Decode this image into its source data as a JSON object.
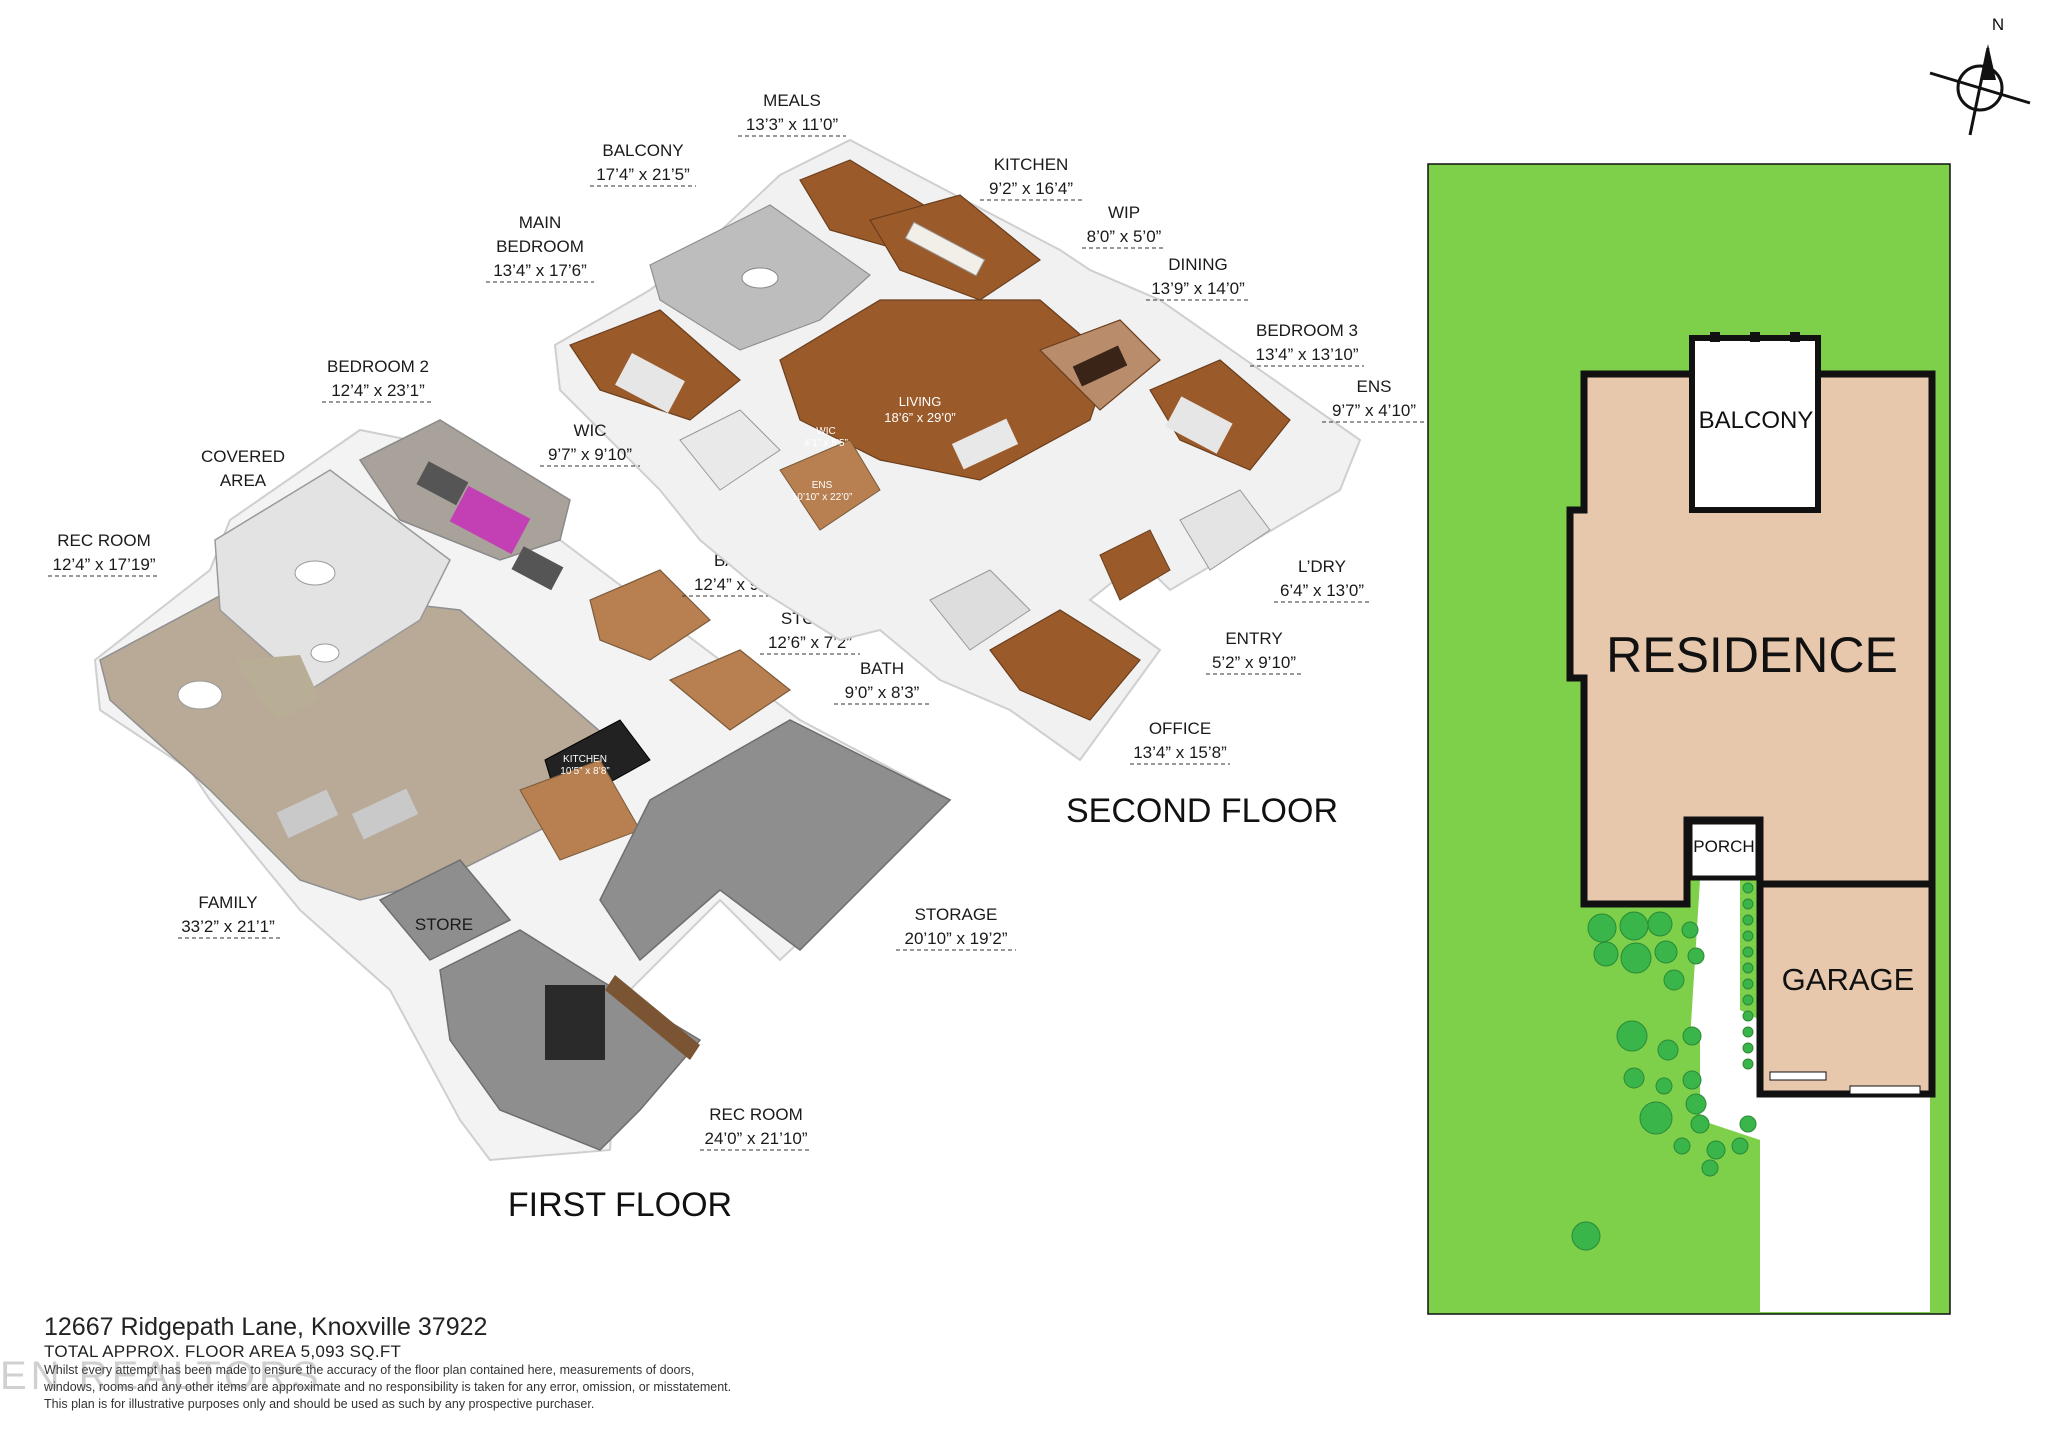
{
  "first_floor": {
    "title": "FIRST FLOOR",
    "rooms": [
      {
        "name": "REC ROOM",
        "dims": "12’4” x 17’19”"
      },
      {
        "name": "COVERED",
        "name2": "AREA"
      },
      {
        "name": "BEDROOM 2",
        "dims": "12’4” x 23’1”"
      },
      {
        "name": "BATH",
        "dims": "12’4” x 9’4”"
      },
      {
        "name": "STORE",
        "dims": "12’6” x 7’2”"
      },
      {
        "name": "FAMILY",
        "dims": "33’2” x 21’1”"
      },
      {
        "name": "STORE"
      },
      {
        "name": "STORAGE",
        "dims": "20’10” x 19’2”"
      },
      {
        "name": "REC ROOM",
        "dims": "24’0” x 21’10”"
      },
      {
        "name": "KITCHEN",
        "dims": "10’5” x 8’8”"
      }
    ]
  },
  "second_floor": {
    "title": "SECOND FLOOR",
    "rooms": [
      {
        "name": "MEALS",
        "dims": "13’3” x 11’0”"
      },
      {
        "name": "BALCONY",
        "dims": "17’4” x 21’5”"
      },
      {
        "name": "KITCHEN",
        "dims": "9’2” x 16’4”"
      },
      {
        "name": "WIP",
        "dims": "8’0” x 5’0”"
      },
      {
        "name": "MAIN",
        "name2": "BEDROOM",
        "dims": "13’4” x 17’6”"
      },
      {
        "name": "DINING",
        "dims": "13’9” x 14’0”"
      },
      {
        "name": "BEDROOM 3",
        "dims": "13’4” x 13’10”"
      },
      {
        "name": "ENS",
        "dims": "9’7” x 4’10”"
      },
      {
        "name": "WIC",
        "dims": "9’7” x 9’10”"
      },
      {
        "name": "L’DRY",
        "dims": "6’4” x 13’0”"
      },
      {
        "name": "ENTRY",
        "dims": "5’2” x 9’10”"
      },
      {
        "name": "BATH",
        "dims": "9’0” x 8’3”"
      },
      {
        "name": "OFFICE",
        "dims": "13’4” x 15’8”"
      },
      {
        "name": "LIVING",
        "dims": "18’6” x 29’0”"
      },
      {
        "name": "WIC",
        "dims": "4’1” x 8’5”"
      },
      {
        "name": "ENS",
        "dims": "10’10” x 22’0”"
      }
    ]
  },
  "site_plan": {
    "compass": "N",
    "residence": "RESIDENCE",
    "balcony": "BALCONY",
    "porch": "PORCH",
    "garage": "GARAGE",
    "colors": {
      "lawn": "#7ed04b",
      "building": "#e8c8ad",
      "bush": "#39b54a",
      "wall": "#111111"
    }
  },
  "footer": {
    "address": "12667 Ridgepath Lane, Knoxville 37922",
    "area": "TOTAL APPROX. FLOOR AREA 5,093 SQ.FT",
    "disclaimer1": "Whilst every attempt has been made to ensure the accuracy of the floor plan contained here, measurements of doors,",
    "disclaimer2": "windows, rooms and any other items are approximate and no responsibility is taken for any error, omission, or misstatement.",
    "disclaimer3": "This plan is for illustrative purposes only and should be used as such by any prospective purchaser.",
    "watermark": "EN REALTORS"
  }
}
